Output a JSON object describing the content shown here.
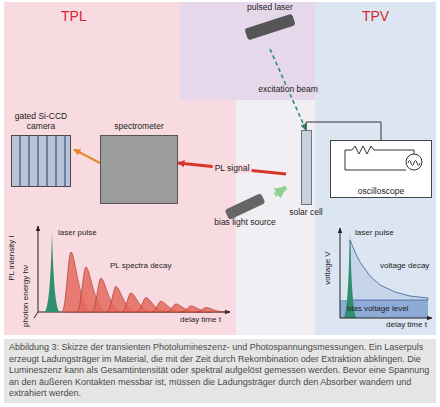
{
  "diagram": {
    "caption": "Abbildung 3: Skizze der transienten Photolumineszenz- und Photospannungsmessungen. Ein Laserpuls erzeugt Ladungsträger im Material, die mit der Zeit durch Rekombination oder Extraktion abklingen. Die Lumineszenz kann als Gesamtintensität oder spektral aufgelöst gemessen werden. Bevor eine Spannung an den äußeren Kontakten messbar ist, müssen die Ladungsträger durch den Absorber wandern und extrahiert werden.",
    "nodes": [
      {
        "text": [
          "TPL"
        ]
      },
      {
        "text": [
          "TPV"
        ]
      },
      {
        "text": [
          "pulsed laser"
        ]
      },
      {
        "text": [
          "gated Si-CCD camera"
        ],
        "in": 0
      },
      {
        "text": [
          "spectrometer"
        ],
        "in": 0
      },
      {
        "text": [
          "solar cell"
        ]
      },
      {
        "text": [
          "oscilloscope"
        ],
        "in": 1
      },
      {
        "text": [
          "bias light source"
        ]
      }
    ],
    "edges": [
      {
        "from": 2,
        "to": 5,
        "label": "excitation beam",
        "arrow": "to"
      },
      {
        "from": 5,
        "to": 4,
        "label": "PL signal",
        "arrow": "to"
      },
      {
        "from": 4,
        "to": 3,
        "arrow": "to"
      },
      {
        "from": 7,
        "to": 5,
        "arrow": "to"
      },
      {
        "from": 5,
        "to": 6,
        "arrow": "none"
      }
    ],
    "labels": [
      "PL intensity I",
      "laser pulse",
      "PL spectra decay",
      "photon energy hν",
      "delay time t",
      "voltage V",
      "laser pulse",
      "voltage decay",
      "bias voltage level",
      "delay time t"
    ]
  }
}
